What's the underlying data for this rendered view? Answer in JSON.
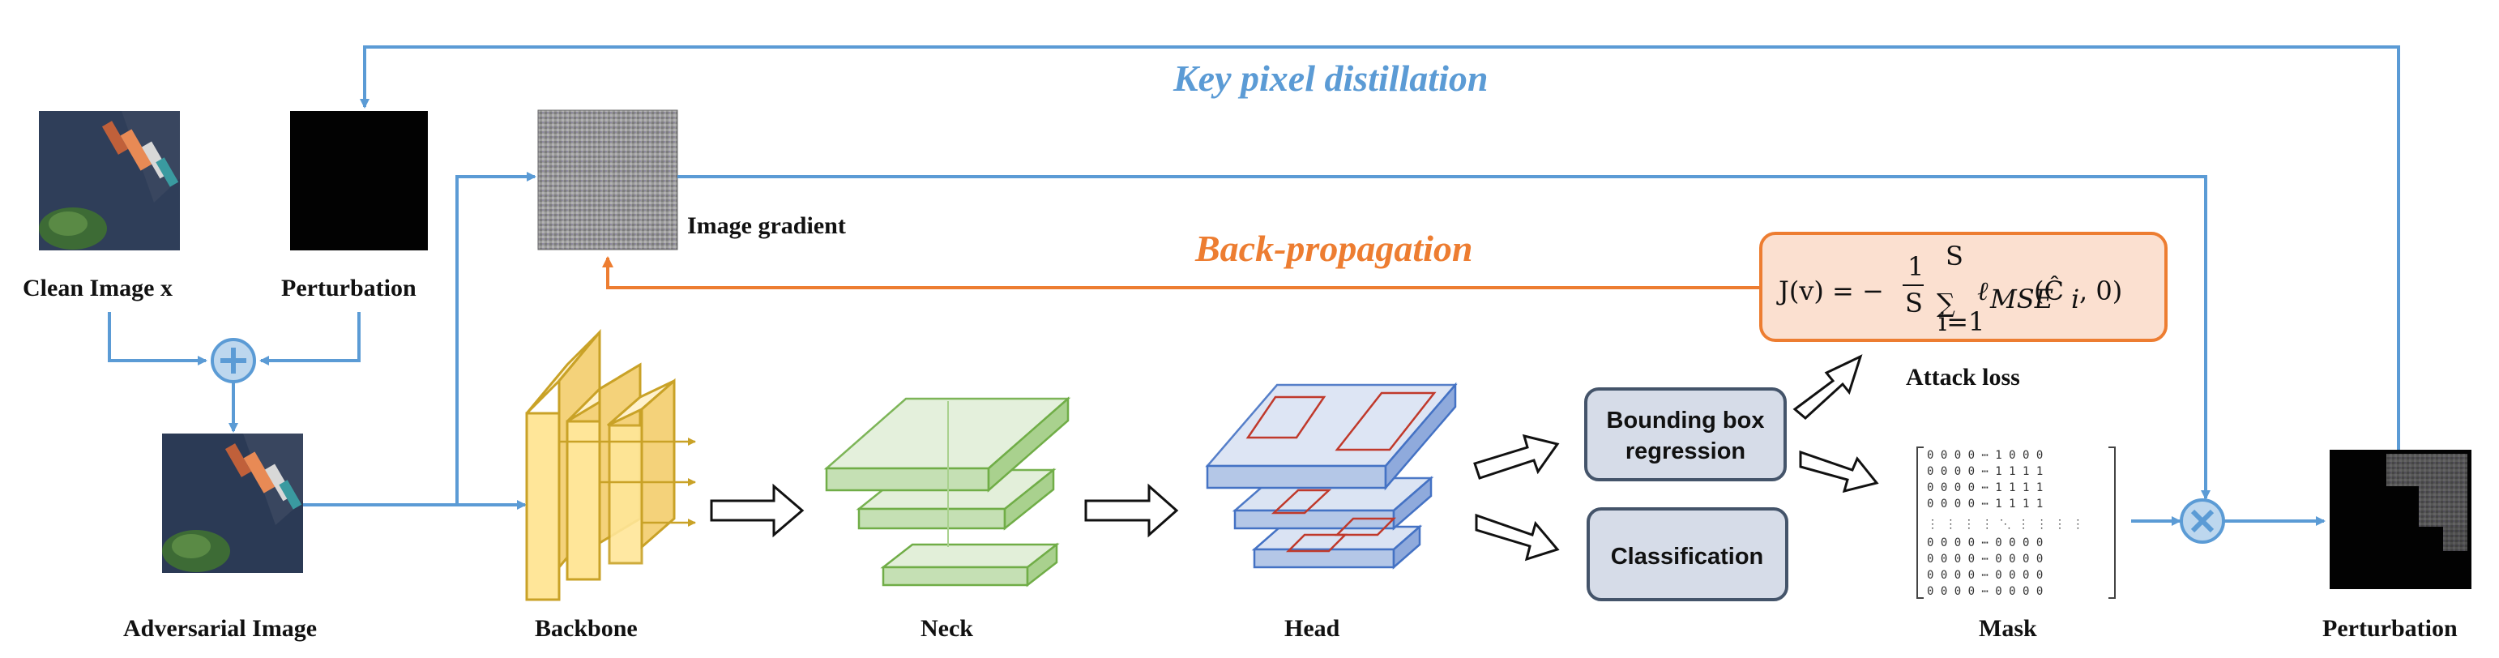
{
  "labels": {
    "key_pixel": "Key pixel distillation",
    "back_prop": "Back-propagation",
    "clean_image": "Clean Image x",
    "perturbation_top": "Perturbation",
    "image_gradient": "Image gradient",
    "adversarial": "Adversarial Image",
    "backbone": "Backbone",
    "neck": "Neck",
    "head": "Head",
    "bbox_line1": "Bounding box",
    "bbox_line2": "regression",
    "classification": "Classification",
    "attack_loss": "Attack loss",
    "mask": "Mask",
    "perturbation_out": "Perturbation"
  },
  "formula": {
    "lhs": "J(v) = −",
    "frac_num": "1",
    "frac_den": "S",
    "sum_top": "S",
    "sum_bottom": "i=1",
    "term": "ℓ",
    "term_sub": "MSE",
    "term_args": "(Ĉ",
    "term_args_sub": "i",
    "term_tail": ", 0)"
  },
  "mask_rows": [
    "0 0 0 0  ⋯  1 0 0 0",
    "0 0 0 0  ⋯  1 1 1 1",
    "0 0 0 0  ⋯  1 1 1 1",
    "0 0 0 0  ⋯  1 1 1 1",
    "⋮ ⋮ ⋮ ⋮  ⋱  ⋮ ⋮ ⋮ ⋮",
    "0 0 0 0  ⋯  0 0 0 0",
    "0 0 0 0  ⋯  0 0 0 0",
    "0 0 0 0  ⋯  0 0 0 0",
    "0 0 0 0  ⋯  0 0 0 0"
  ],
  "colors": {
    "blue": "#5b9bd5",
    "orange": "#ed7d31",
    "loss_fill": "#fbe0d0",
    "module_fill": "#d6dce8",
    "module_stroke": "#44546a",
    "yellow": "#ffe699",
    "green": "#c5e0b4",
    "head_blue": "#b4cfee"
  }
}
